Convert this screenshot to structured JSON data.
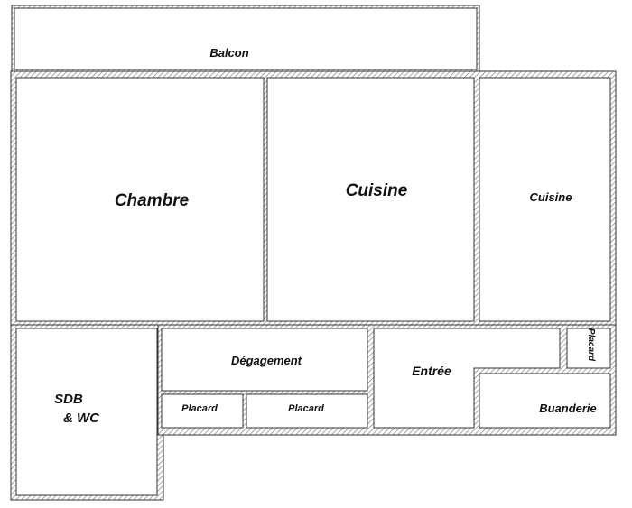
{
  "colors": {
    "wall_stroke": "#333333",
    "hatch": "#777777",
    "room_fill": "#ffffff",
    "text": "#111111"
  },
  "rooms": {
    "balcon": "Balcon",
    "chambre": "Chambre",
    "cuisine_main": "Cuisine",
    "cuisine_side": "Cuisine",
    "placard_right": "Placard",
    "sdb_line1": "SDB",
    "sdb_line2": "& WC",
    "degagement": "Dégagement",
    "entree": "Entrée",
    "placard_left": "Placard",
    "placard_mid": "Placard",
    "buanderie": "Buanderie"
  }
}
